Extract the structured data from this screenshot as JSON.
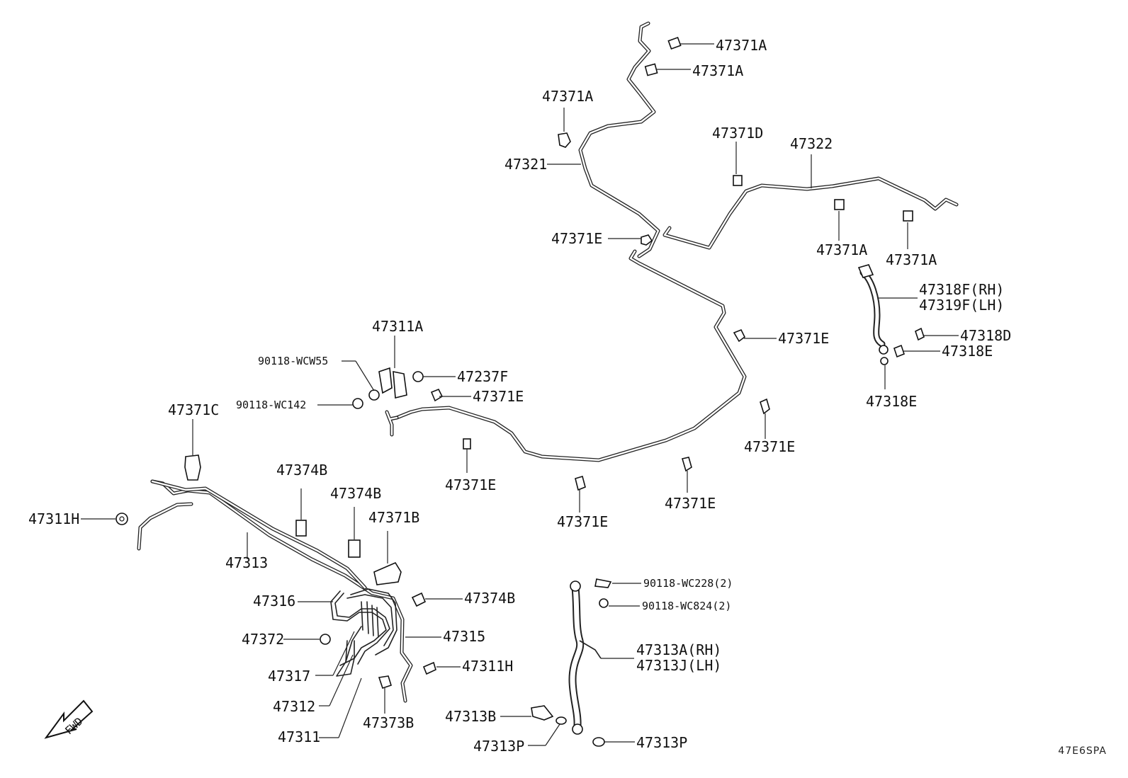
{
  "diagram": {
    "code": "47E6SPA",
    "fwd": "FWD",
    "labels": {
      "l01": "47371A",
      "l02": "47371A",
      "l03": "47371A",
      "l04": "47321",
      "l05": "47371D",
      "l06": "47322",
      "l07": "47371E",
      "l08": "47371A",
      "l09": "47371A",
      "l10": "47318F(RH)",
      "l11": "47319F(LH)",
      "l12": "47318D",
      "l13": "47318E",
      "l14": "47318E",
      "l15": "47371E",
      "l16": "47311A",
      "l17": "90118-WCW55",
      "l18": "47237F",
      "l19": "47371E",
      "l20": "90118-WC142",
      "l21": "47371E",
      "l22": "47371C",
      "l23": "47371E",
      "l24": "47371E",
      "l25": "47371E",
      "l26": "47374B",
      "l27": "47374B",
      "l28": "47311H",
      "l29": "47371B",
      "l30": "47313",
      "l31": "47316",
      "l32": "47374B",
      "l33": "47315",
      "l34": "47372",
      "l35": "47317",
      "l36": "47311H",
      "l37": "47312",
      "l38": "47311",
      "l39": "47373B",
      "l40": "90118-WC228(2)",
      "l41": "90118-WC824(2)",
      "l42": "47313A(RH)",
      "l43": "47313J(LH)",
      "l44": "47313B",
      "l45": "47313P",
      "l46": "47313P"
    }
  }
}
